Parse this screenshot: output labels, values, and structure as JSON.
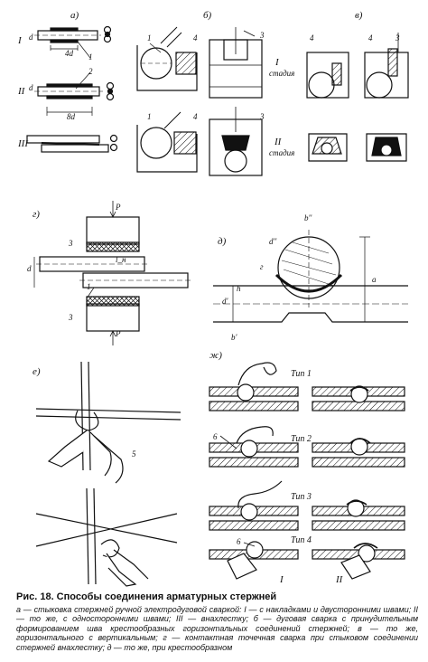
{
  "panels": {
    "a": "а)",
    "b": "б)",
    "v": "в)",
    "g": "г)",
    "d": "д)",
    "e": "е)",
    "zh": "ж)"
  },
  "a_labels": {
    "row1": "I",
    "row2": "II",
    "row3": "III",
    "d1": "d",
    "d2": "d",
    "len1": "4d",
    "len2": "8d",
    "n1": "1",
    "n2": "2"
  },
  "b_labels": {
    "stage1_num": "I",
    "stage1_word": "стадия",
    "stage2_num": "II",
    "stage2_word": "стадия",
    "n1a": "1",
    "n4a": "4",
    "n3a": "3",
    "n1b": "1",
    "n4b": "4",
    "n3b": "3"
  },
  "v_labels": {
    "n4": "4",
    "n3": "3",
    "n4b": "4"
  },
  "g_labels": {
    "p_top": "P",
    "p_bottom": "P",
    "d": "d",
    "ln": "l_н",
    "n3a": "3",
    "n3b": "3",
    "n1": "1"
  },
  "d_labels": {
    "dprime": "d''",
    "bprime": "b''",
    "g": "г",
    "a": "a",
    "dp": "d'",
    "h": "h",
    "bp": "b'"
  },
  "e_labels": {
    "n5": "5"
  },
  "zh_labels": {
    "type1": "Тип 1",
    "type2": "Тип 2",
    "type3": "Тип 3",
    "type4": "Тип 4",
    "n6a": "6",
    "n6b": "6",
    "c1": "I",
    "c2": "II"
  },
  "caption": {
    "title": "Рис. 18. Способы соединения арматурных стержней",
    "body": "а — стыковка стержней ручной электродуговой сваркой: I — с накладками и двусторонними швами; II — то же, с односторонними швами; III — внахлестку; б — дуговая сварка с принудительным формированием шва крестообразных горизонтальных соединений стержней; в — то же, горизонтального с вертикальным; г — контактная точечная сварка при стыковом соединении стержней внахлестку; д — то же, при крестообразном"
  }
}
